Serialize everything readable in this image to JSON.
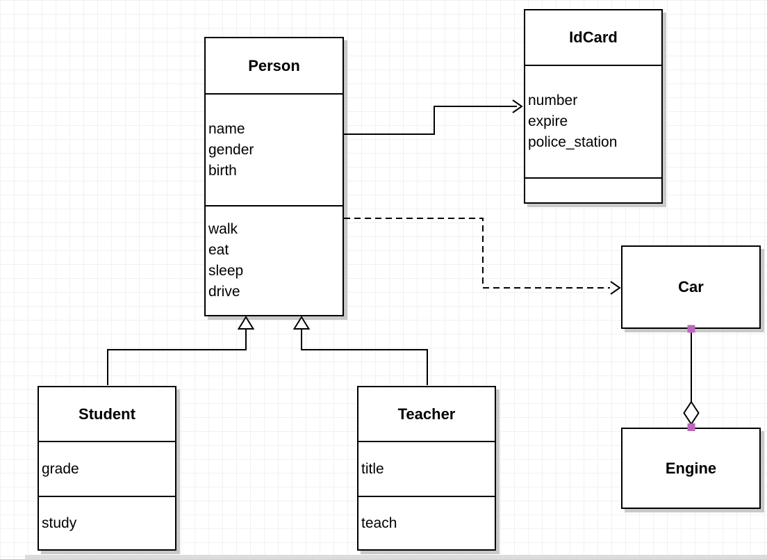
{
  "classes": {
    "person": {
      "title": "Person",
      "attributes": [
        "name",
        "gender",
        "birth"
      ],
      "methods": [
        "walk",
        "eat",
        "sleep",
        "drive"
      ]
    },
    "idcard": {
      "title": "IdCard",
      "attributes": [
        "number",
        "expire",
        "police_station"
      ],
      "methods": []
    },
    "student": {
      "title": "Student",
      "attributes": [
        "grade"
      ],
      "methods": [
        "study"
      ]
    },
    "teacher": {
      "title": "Teacher",
      "attributes": [
        "title"
      ],
      "methods": [
        "teach"
      ]
    },
    "car": {
      "title": "Car",
      "attributes": [],
      "methods": []
    },
    "engine": {
      "title": "Engine",
      "attributes": [],
      "methods": []
    }
  },
  "relationships": [
    {
      "from": "Person",
      "to": "IdCard",
      "type": "association",
      "line": "solid",
      "arrow": "open"
    },
    {
      "from": "Person",
      "to": "Car",
      "type": "dependency",
      "line": "dashed",
      "arrow": "open"
    },
    {
      "from": "Student",
      "to": "Person",
      "type": "generalization",
      "line": "solid",
      "arrow": "hollow-triangle"
    },
    {
      "from": "Teacher",
      "to": "Person",
      "type": "generalization",
      "line": "solid",
      "arrow": "hollow-triangle"
    },
    {
      "from": "Engine",
      "to": "Car",
      "type": "aggregation",
      "line": "solid",
      "arrow": "hollow-diamond"
    }
  ],
  "colors": {
    "stroke": "#000000",
    "shape_fill": "#ffffff",
    "shadow": "#c9c9c9",
    "grid": "#f1f1f4",
    "endpoint_handle": "#ba68ba",
    "canvas_edge": "#dcdcdf"
  }
}
